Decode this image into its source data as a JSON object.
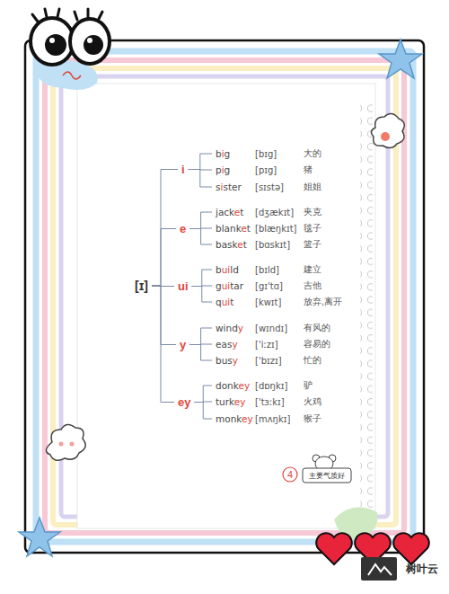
{
  "diagram": {
    "nodes": [
      {
        "text": [
          "[ɪ]"
        ]
      },
      {
        "text": [
          "i"
        ]
      },
      {
        "text": [
          "big",
          "[bɪg]",
          "大的"
        ]
      },
      {
        "text": [
          "pig",
          "[pɪg]",
          "猪"
        ]
      },
      {
        "text": [
          "sister",
          "[sɪstə]",
          "姐姐"
        ]
      },
      {
        "text": [
          "e"
        ]
      },
      {
        "text": [
          "jacket",
          "[dʒækɪt]",
          "夹克"
        ]
      },
      {
        "text": [
          "blanket",
          "[blæŋkɪt]",
          "毯子"
        ]
      },
      {
        "text": [
          "basket",
          "[bɑskɪt]",
          "篮子"
        ]
      },
      {
        "text": [
          "ui"
        ]
      },
      {
        "text": [
          "build",
          "[bɪld]",
          "建立"
        ]
      },
      {
        "text": [
          "guitar",
          "[gɪ'tɑ]",
          "吉他"
        ]
      },
      {
        "text": [
          "quit",
          "[kwɪt]",
          "放弃,离开"
        ]
      },
      {
        "text": [
          "y"
        ]
      },
      {
        "text": [
          "windy",
          "[wɪndɪ]",
          "有风的"
        ]
      },
      {
        "text": [
          "easy",
          "['iːzɪ]",
          "容易的"
        ]
      },
      {
        "text": [
          "busy",
          "['bɪzɪ]",
          "忙的"
        ]
      },
      {
        "text": [
          "ey"
        ]
      },
      {
        "text": [
          "donkey",
          "[dɒŋkɪ]",
          "驴"
        ]
      },
      {
        "text": [
          "turkey",
          "['tɜːkɪ]",
          "火鸡"
        ]
      },
      {
        "text": [
          "monkey",
          "[mʌŋkɪ]",
          "猴子"
        ]
      }
    ],
    "edges": [
      {
        "from": 0,
        "to": 1,
        "arrow": "none"
      },
      {
        "from": 0,
        "to": 5,
        "arrow": "none"
      },
      {
        "from": 0,
        "to": 9,
        "arrow": "none"
      },
      {
        "from": 0,
        "to": 13,
        "arrow": "none"
      },
      {
        "from": 0,
        "to": 17,
        "arrow": "none"
      },
      {
        "from": 1,
        "to": 2,
        "arrow": "none"
      },
      {
        "from": 1,
        "to": 3,
        "arrow": "none"
      },
      {
        "from": 1,
        "to": 4,
        "arrow": "none"
      },
      {
        "from": 5,
        "to": 6,
        "arrow": "none"
      },
      {
        "from": 5,
        "to": 7,
        "arrow": "none"
      },
      {
        "from": 5,
        "to": 8,
        "arrow": "none"
      },
      {
        "from": 9,
        "to": 10,
        "arrow": "none"
      },
      {
        "from": 9,
        "to": 11,
        "arrow": "none"
      },
      {
        "from": 9,
        "to": 12,
        "arrow": "none"
      },
      {
        "from": 13,
        "to": 14,
        "arrow": "none"
      },
      {
        "from": 13,
        "to": 15,
        "arrow": "none"
      },
      {
        "from": 13,
        "to": 16,
        "arrow": "none"
      },
      {
        "from": 17,
        "to": 18,
        "arrow": "none"
      },
      {
        "from": 17,
        "to": 19,
        "arrow": "none"
      },
      {
        "from": 17,
        "to": 20,
        "arrow": "none"
      }
    ],
    "labels": [
      "4",
      "主要气质好",
      "树叶云"
    ]
  }
}
